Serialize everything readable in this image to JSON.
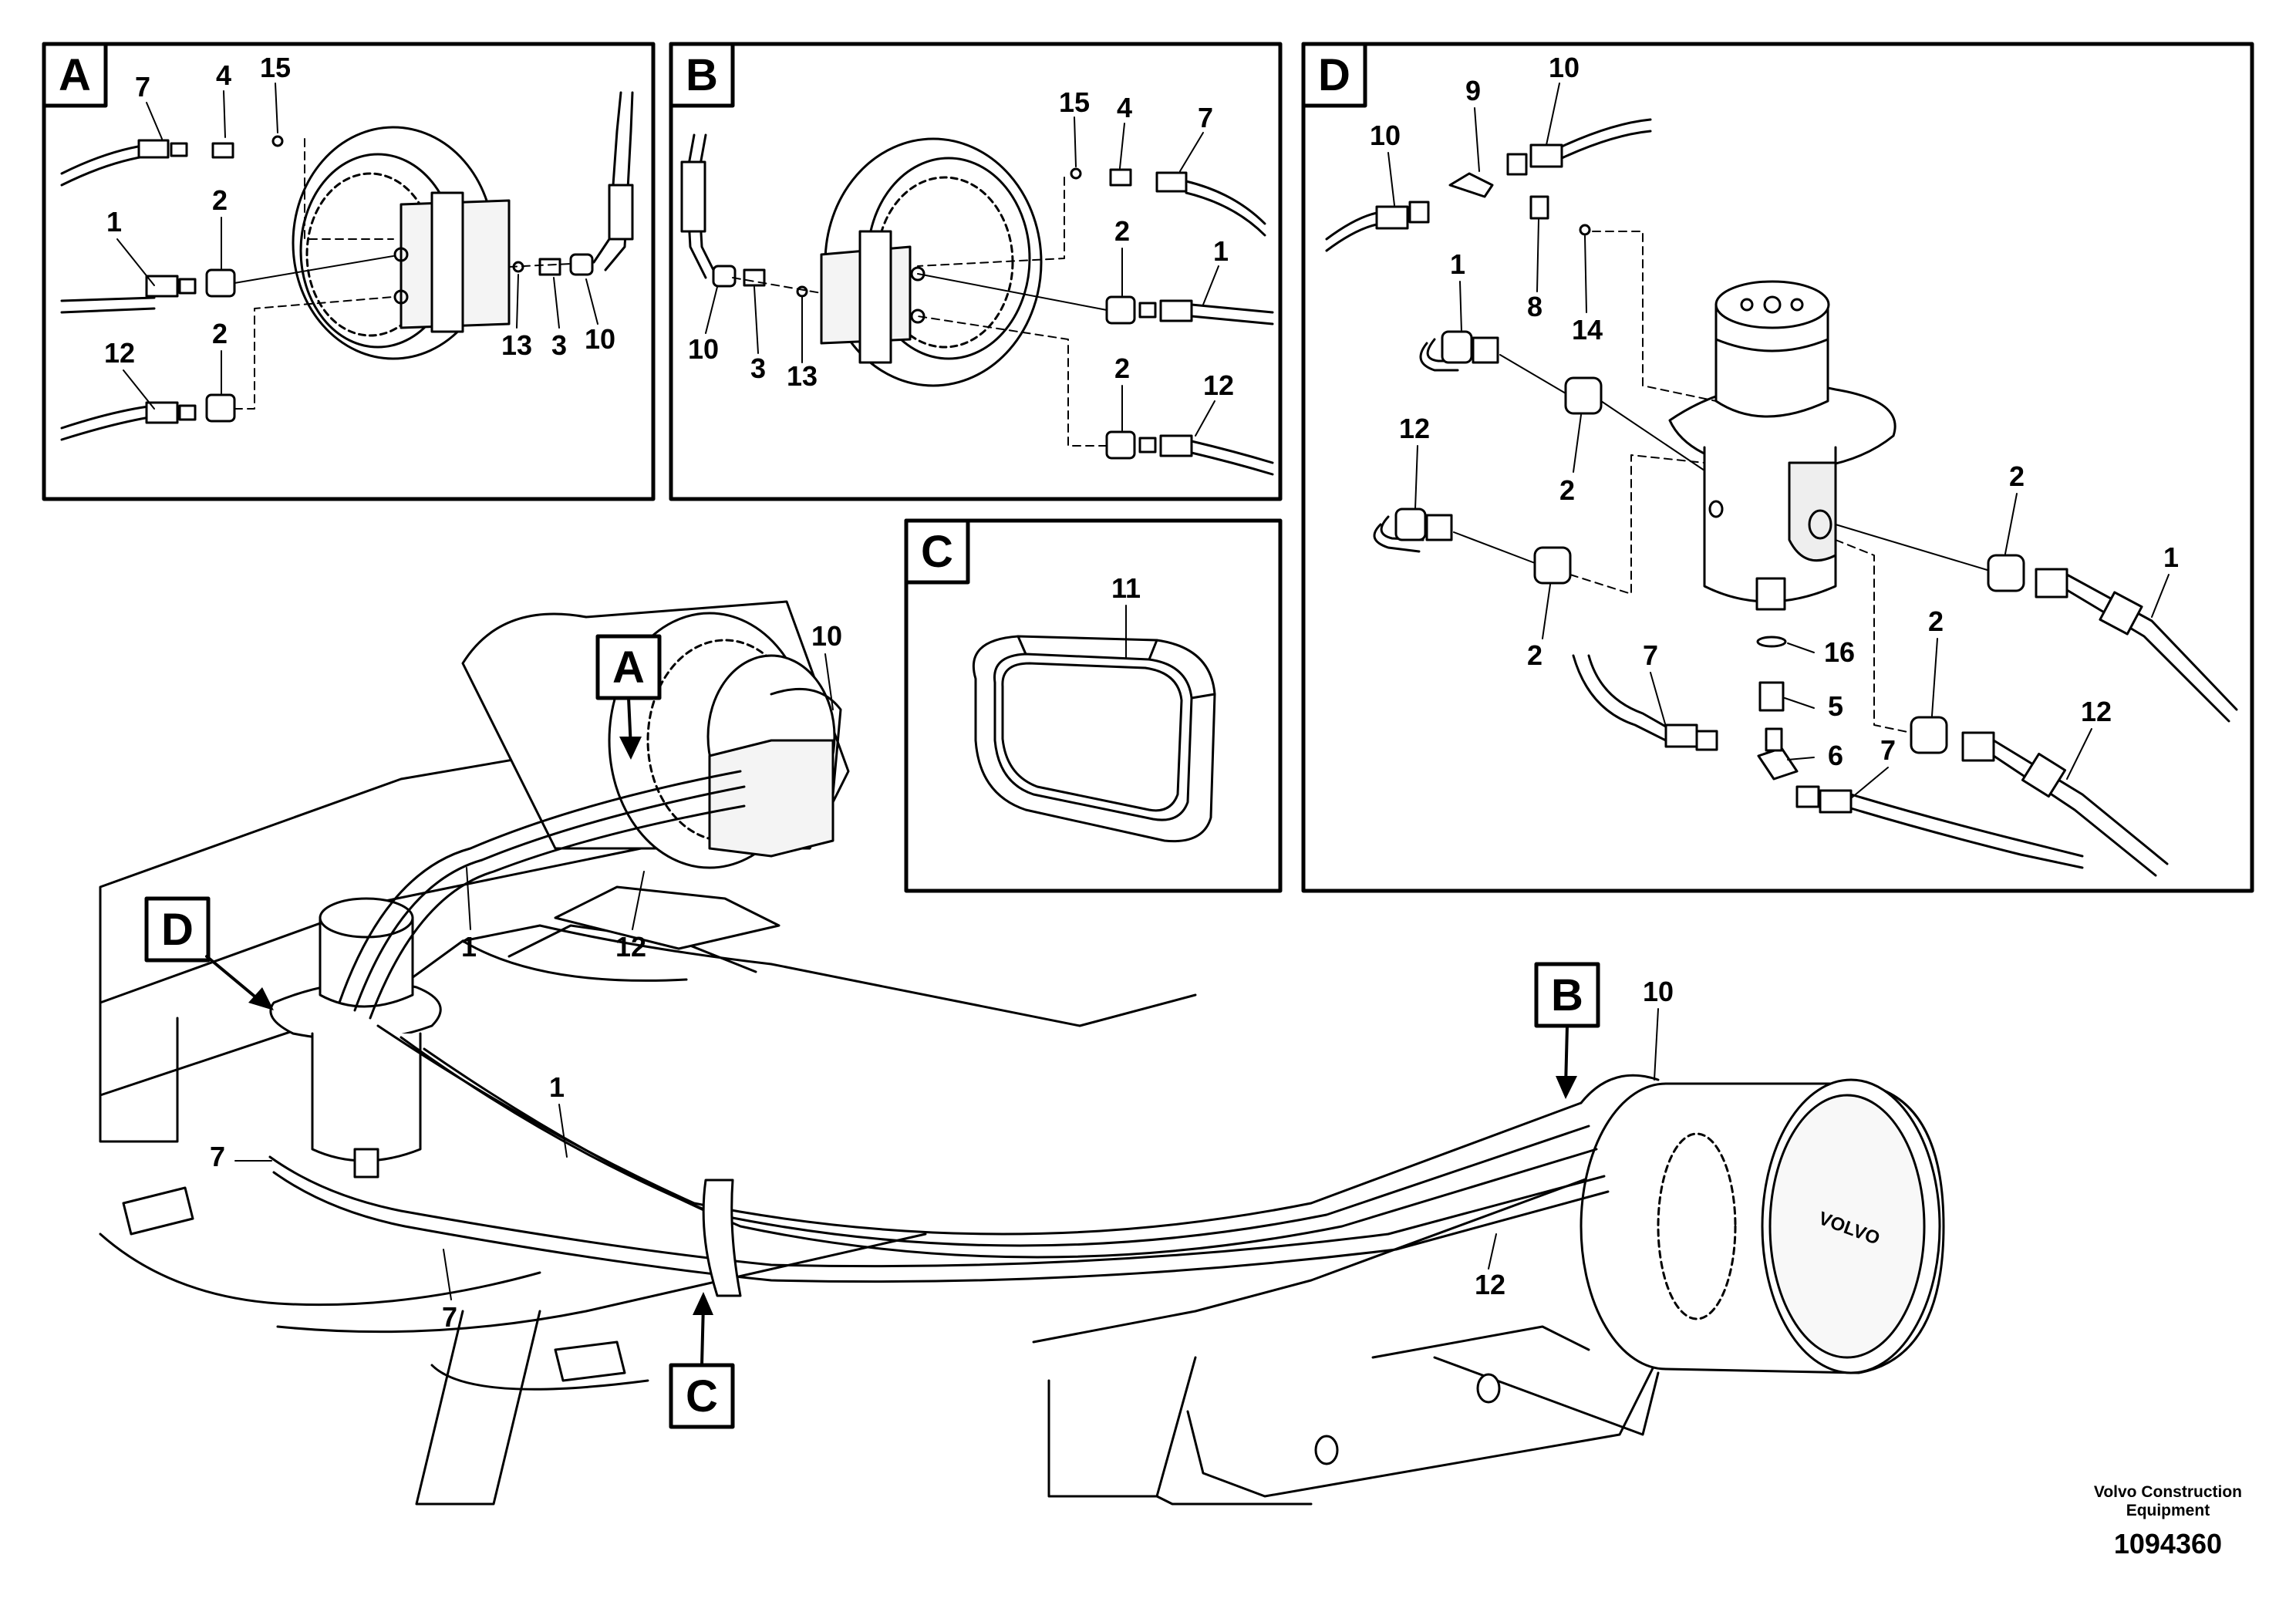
{
  "panels": [
    {
      "id": "A",
      "label": "A",
      "callouts": [
        "7",
        "4",
        "15",
        "1",
        "2",
        "12",
        "2",
        "13",
        "3",
        "10"
      ]
    },
    {
      "id": "B",
      "label": "B",
      "callouts": [
        "15",
        "4",
        "7",
        "10",
        "3",
        "13",
        "2",
        "1",
        "2",
        "12"
      ]
    },
    {
      "id": "C",
      "label": "C",
      "callouts": [
        "11"
      ]
    },
    {
      "id": "D",
      "label": "D",
      "callouts": [
        "9",
        "10",
        "10",
        "1",
        "8",
        "14",
        "12",
        "2",
        "2",
        "2",
        "16",
        "5",
        "6",
        "7",
        "7",
        "2",
        "12",
        "1"
      ]
    }
  ],
  "main_view": {
    "pointer_labels": [
      "A",
      "B",
      "C",
      "D"
    ],
    "callouts": [
      "10",
      "1",
      "12",
      "7",
      "7",
      "1",
      "10",
      "12"
    ]
  },
  "footer": {
    "organization": "Volvo Construction Equipment",
    "organization_line1": "Volvo Construction",
    "organization_line2": "Equipment",
    "document_number": "1094360"
  },
  "colors": {
    "ink": "#000000",
    "paper": "#ffffff",
    "fill": "#e6e6e6"
  }
}
